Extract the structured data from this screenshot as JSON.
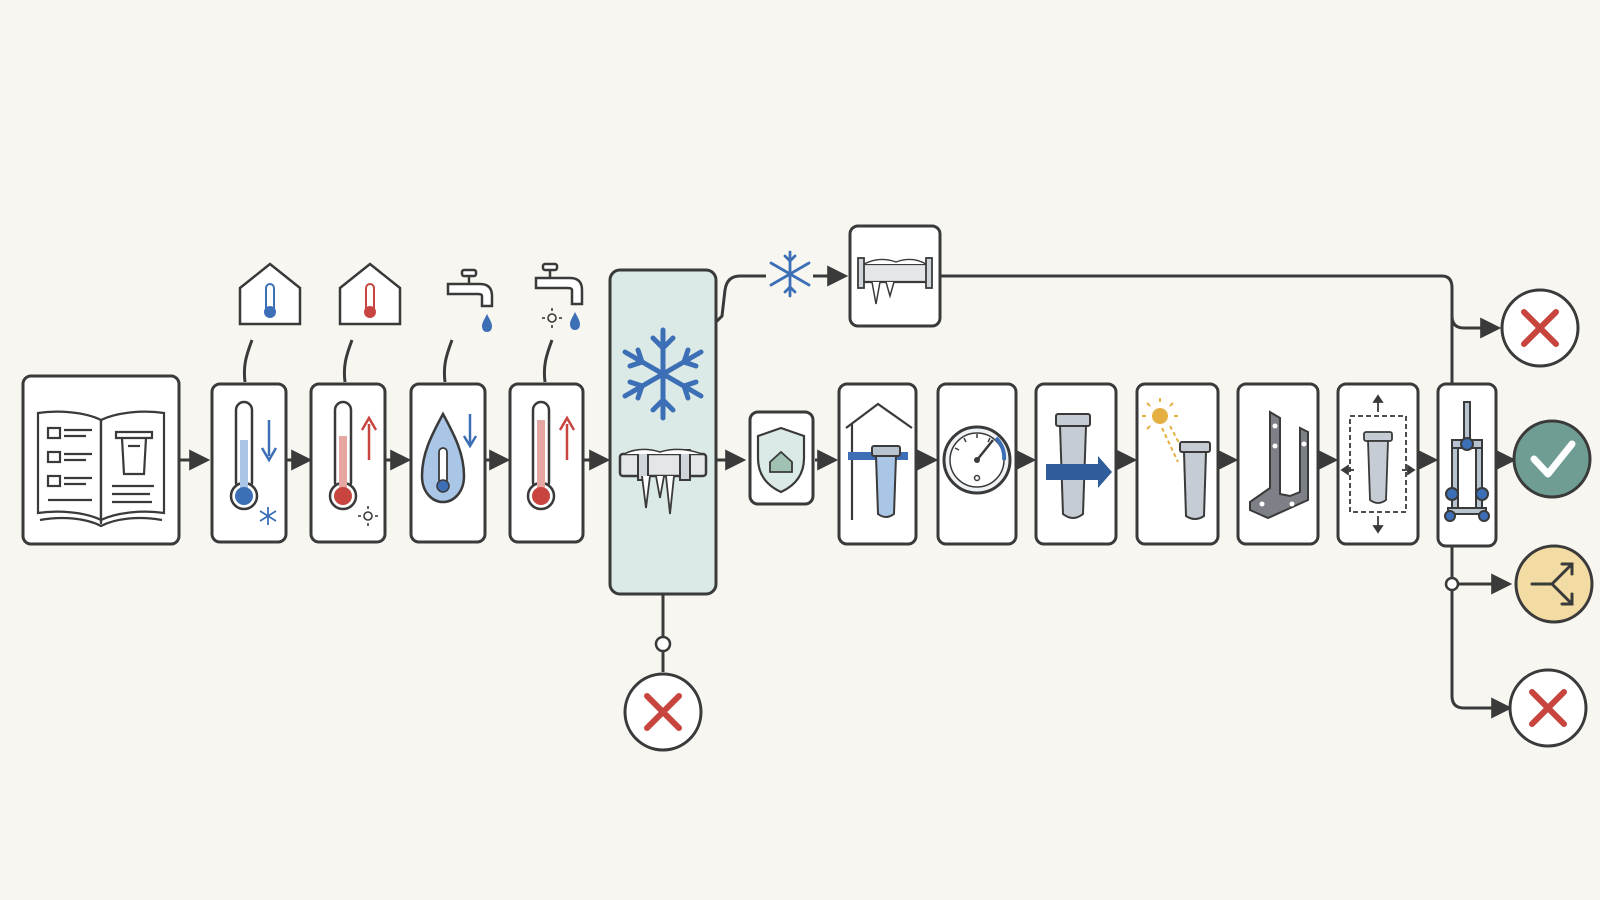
{
  "colors": {
    "background": "#f7f6f0",
    "stroke": "#3a3a3a",
    "box_fill": "#ffffff",
    "freeze_fill": "#dbeae6",
    "blue": "#3d6fb6",
    "light_blue": "#a9c6e6",
    "red": "#c8453f",
    "green": "#6f9c93",
    "yellow": "#f3dca3",
    "gray": "#8d8d8d",
    "sun": "#e5b043"
  },
  "nodes": [
    {
      "id": "manual",
      "icon": "open-manual-icon"
    },
    {
      "id": "cold-temp",
      "icon": "thermometer-cold-icon",
      "above": "house-cold-icon"
    },
    {
      "id": "warm-temp",
      "icon": "thermometer-warm-icon",
      "above": "house-warm-icon"
    },
    {
      "id": "water-drop",
      "icon": "water-drop-temp-icon",
      "above": "faucet-drip-icon"
    },
    {
      "id": "hot-temp",
      "icon": "thermometer-hot-icon",
      "above": "faucet-sun-drip-icon"
    },
    {
      "id": "freeze-check",
      "icon": "snowflake-frozen-pipe-icon",
      "branch_up": "snowflake-icon",
      "branch_up_box": "frozen-pipe-icon",
      "branch_down": "reject-icon"
    },
    {
      "id": "indoor",
      "icon": "home-shield-icon"
    },
    {
      "id": "indoor-install",
      "icon": "house-filter-icon"
    },
    {
      "id": "pressure",
      "icon": "pressure-gauge-icon"
    },
    {
      "id": "flow-direction",
      "icon": "filter-flow-arrow-icon"
    },
    {
      "id": "sunlight",
      "icon": "filter-sunlight-icon"
    },
    {
      "id": "bracket",
      "icon": "mounting-bracket-icon"
    },
    {
      "id": "clearance",
      "icon": "filter-clearance-icon"
    },
    {
      "id": "valves",
      "icon": "valve-bypass-icon"
    }
  ],
  "outcomes": [
    {
      "id": "fail-top",
      "icon": "x-icon",
      "tone": "reject"
    },
    {
      "id": "success",
      "icon": "check-icon",
      "tone": "accept"
    },
    {
      "id": "split",
      "icon": "split-icon",
      "tone": "branch"
    },
    {
      "id": "fail-bottom",
      "icon": "x-icon",
      "tone": "reject"
    }
  ]
}
